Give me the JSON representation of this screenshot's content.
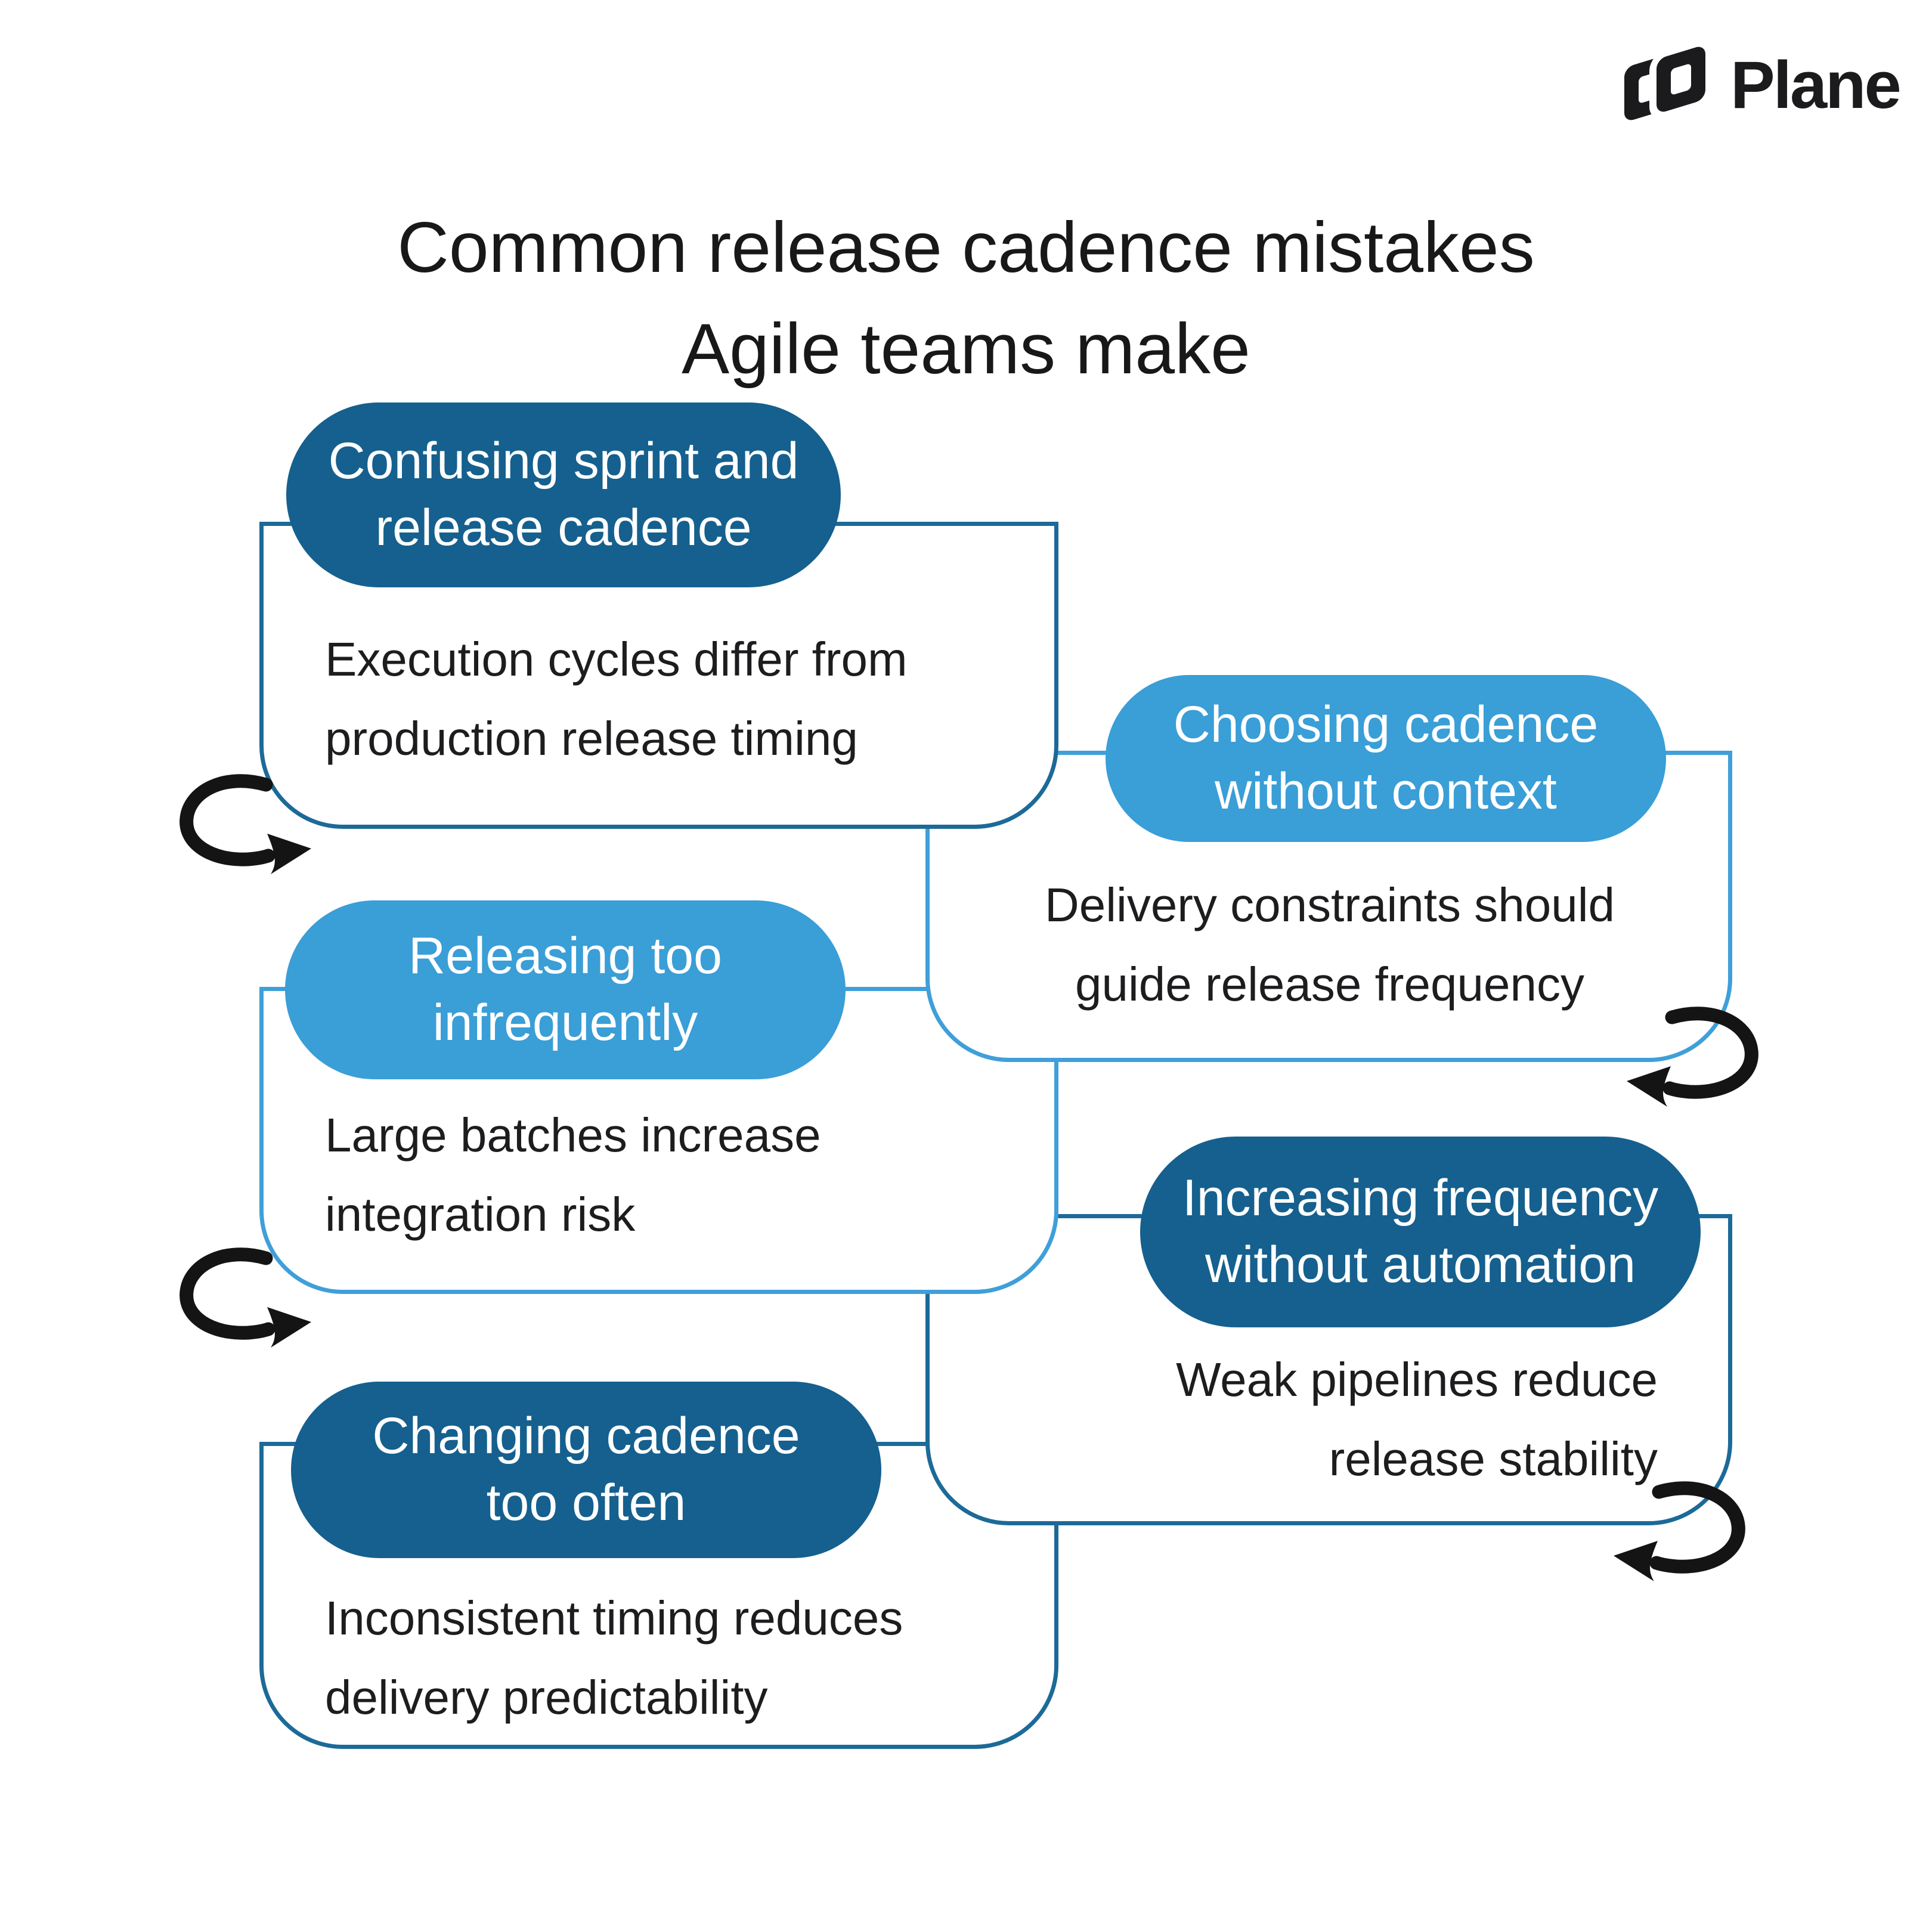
{
  "logo": {
    "brand": "Plane",
    "mark": "plane-logo-mark"
  },
  "title": {
    "line1": "Common release cadence mistakes",
    "line2": "Agile teams make"
  },
  "colors": {
    "dark": "#15608e",
    "dark_border": "#1c6a98",
    "light": "#3a9ed7",
    "light_border": "#3f9fd9",
    "ink": "#1b1b1d",
    "arrow": "#141414",
    "paper": "#ffffff"
  },
  "cards": [
    {
      "tone": "dark",
      "pill": [
        "Confusing sprint and",
        "release cadence"
      ],
      "desc": [
        "Execution cycles differ from",
        "production release timing"
      ],
      "desc_align": "left"
    },
    {
      "tone": "light",
      "pill": [
        "Choosing cadence",
        "without context"
      ],
      "desc": [
        "Delivery constraints should",
        "guide release frequency"
      ],
      "desc_align": "center"
    },
    {
      "tone": "light",
      "pill": [
        "Releasing too",
        "infrequently"
      ],
      "desc": [
        "Large batches increase",
        "integration risk"
      ],
      "desc_align": "left"
    },
    {
      "tone": "dark",
      "pill": [
        "Increasing frequency",
        "without automation"
      ],
      "desc": [
        "Weak pipelines reduce",
        "release stability"
      ],
      "desc_align": "right"
    },
    {
      "tone": "dark",
      "pill": [
        "Changing cadence",
        "too often"
      ],
      "desc": [
        "Inconsistent timing reduces",
        "delivery predictability"
      ],
      "desc_align": "left"
    }
  ],
  "arrows": [
    {
      "name": "cycle-arrow-1",
      "direction": "right"
    },
    {
      "name": "cycle-arrow-2",
      "direction": "left"
    },
    {
      "name": "cycle-arrow-3",
      "direction": "right"
    },
    {
      "name": "cycle-arrow-4",
      "direction": "left"
    }
  ]
}
